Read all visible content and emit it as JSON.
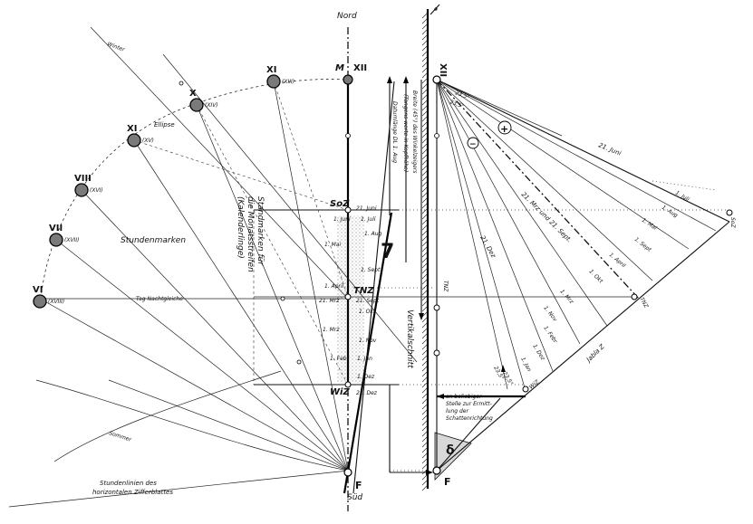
{
  "labels": {
    "nord": "Nord",
    "sued": "Süd",
    "m": "M",
    "f_left": "F",
    "f_right": "F",
    "winter": "Winter",
    "sommer": "Sommer",
    "ellipse": "Ellipse",
    "stundenmarken": "Stundenmarken",
    "tag_nacht": "Tag-Nachtgleiche",
    "standmarken_1": "Standmarken für",
    "standmarken_2": "die Monatsstreifen",
    "standmarken_3": "(Kalenderlinge)",
    "stundenlinien_1": "Stundenlinien des",
    "stundenlinien_2": "horizontalen Zifferblattes",
    "vertikalschnitt": "Vertikalschnitt",
    "datumlaenge": "Datumlänge DL 1. Aug",
    "breite_1": "Breite (45°) des Winkelzeigers",
    "breite_2": "(Tangens werte in Kopfhöhe)",
    "juni_21_right": "21. Juni",
    "dez_21_right": "21. Dez",
    "mrz_sept": "21. Mrz und 21. Sept.",
    "jabla": "Jabla Z",
    "beliebiger_1": "an beliebiger",
    "beliebiger_2": "Stelle zur Ermitt-",
    "beliebiger_3": "lung der",
    "beliebiger_4": "Schattenrichtung",
    "angle_1": "23,5°",
    "angle_2": "23,5°",
    "angle_3": "23,5°",
    "angle_4": "23,5°",
    "soz": "SoZ",
    "soz_right": "SoZ",
    "tnz": "TNZ",
    "tnz_r1": "TNZ",
    "tnz_r2": "TNZ",
    "wiz": "WiZ",
    "wiz_r": "WiZ",
    "seven": "7",
    "plus": "+",
    "minus": "−",
    "delta": "δ",
    "xii_a": "XII",
    "xii_b": "XII"
  },
  "hour_marks": [
    {
      "roman": "XI",
      "paren": "(XIII)"
    },
    {
      "roman": "X",
      "paren": "(XIV)"
    },
    {
      "roman": "XI",
      "paren": "(XV)"
    },
    {
      "roman": "VIII",
      "paren": "(XVI)"
    },
    {
      "roman": "VII",
      "paren": "(XVII)"
    },
    {
      "roman": "VI",
      "paren": "(XVIII)"
    }
  ],
  "calendar_left": [
    "21. Juni",
    "1. Juli",
    "1. Juni",
    "1. Aug",
    "1. Mai",
    "1. Sept",
    "1. April",
    "21. Mrz",
    "21. Sept",
    "1. Okt",
    "1. Mrz",
    "1. Nov",
    "1. Febr",
    "1. Jan",
    "1. Dez",
    "21. Dez"
  ],
  "calendar_right": [
    "1. Juli",
    "1. Aug",
    "1. Mai",
    "1. Sept",
    "1. April",
    "1. Okt",
    "1. Mrz",
    "1. Nov",
    "1. Febr",
    "1. Dez",
    "1. Jan"
  ],
  "colors": {
    "ink": "#111111",
    "paper": "#ffffff"
  }
}
